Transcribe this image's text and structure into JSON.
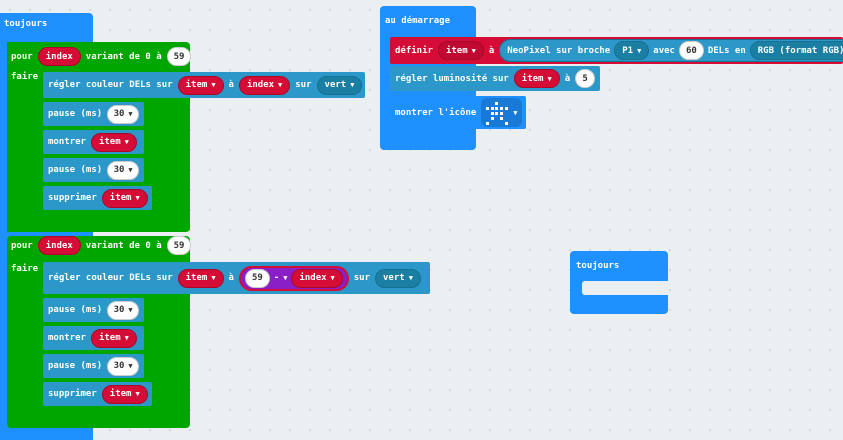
{
  "forever1": {
    "header": "toujours",
    "loop": {
      "pour": "pour",
      "var": "index",
      "range_text": "variant de 0 à",
      "max": "59",
      "faire": "faire",
      "set_color": "régler couleur DELs sur",
      "item": "item",
      "a": "à",
      "target_index": "index",
      "sur": "sur",
      "color": "vert",
      "pause": "pause (ms)",
      "pause_val": "30",
      "show": "montrer",
      "clear": "supprimer"
    }
  },
  "loop2": {
    "pour": "pour",
    "var": "index",
    "range_text": "variant de 0 à",
    "max": "59",
    "faire": "faire",
    "set_color": "régler couleur DELs sur",
    "item": "item",
    "a": "à",
    "math_left": "59",
    "math_op": "-",
    "math_right": "index",
    "sur": "sur",
    "color": "vert",
    "pause": "pause (ms)",
    "pause_val": "30",
    "show": "montrer",
    "clear": "supprimer"
  },
  "on_start": {
    "header": "au démarrage",
    "define": "définir",
    "item": "item",
    "a": "à",
    "neopixel": "NeoPixel sur broche",
    "pin": "P1",
    "avec": "avec",
    "count": "60",
    "dels_en": "DELs en",
    "mode": "RGB (format RGB)",
    "brightness": "régler luminosité sur",
    "brightness_val": "5",
    "show_icon": "montrer l'icône"
  },
  "forever2": {
    "header": "toujours"
  }
}
